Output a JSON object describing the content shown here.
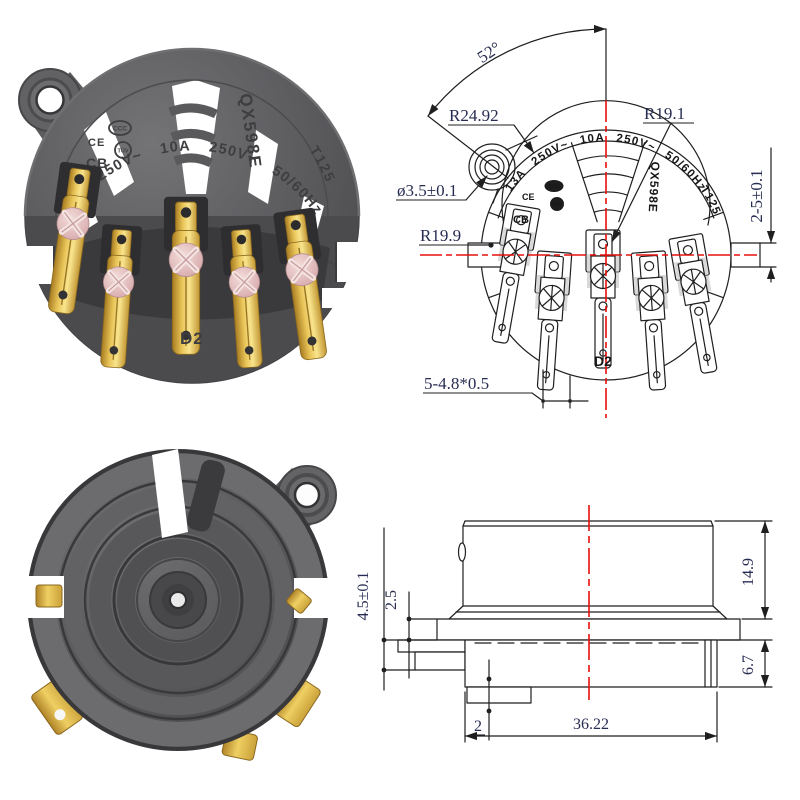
{
  "colors": {
    "centerline-red": "#e8100c",
    "dim-text": "#272c52",
    "drawing-line": "#1f1f1f",
    "body-gray": "#58585b",
    "brass-gold": "#e7c253",
    "screw-pink": "#dcaeb0",
    "background": "#ffffff"
  },
  "front_photo": {
    "rating_arc": "13A 250V~  10A 250V~  50/60Hz",
    "temp_rating": "T125",
    "model": "QX598E",
    "ccc_mark": "CCC",
    "tuv_mark": "TÜV",
    "ce_mark": "CE",
    "cb_mark": "CB",
    "mold_code": "D2"
  },
  "front_drawing": {
    "angle_dim": "52°",
    "outer_radius_dim": "R24.92",
    "inner_radius_dim": "R19.1",
    "ear_hole_dim": "ø3.5±0.1",
    "body_radius_dim": "R19.9",
    "side_tab_dim": "2-5±0.1",
    "terminal_dim": "5-4.8*0.5",
    "rating_arc": "13A 250V~  10A 250V~  50/60Hz",
    "temp_rating": "T125",
    "model": "QX598E",
    "ccc_mark": "CCC",
    "tuv_mark": "TÜV",
    "ce_mark": "CE",
    "cb_mark": "CB",
    "mold_code": "D2"
  },
  "side_drawing": {
    "flange_step_dim": "4.5±0.1",
    "plate_thickness_dim": "2.5",
    "body_height_dim": "14.9",
    "base_height_dim": "6.7",
    "tab_offset_dim": "2",
    "overall_width_dim": "36.22"
  }
}
